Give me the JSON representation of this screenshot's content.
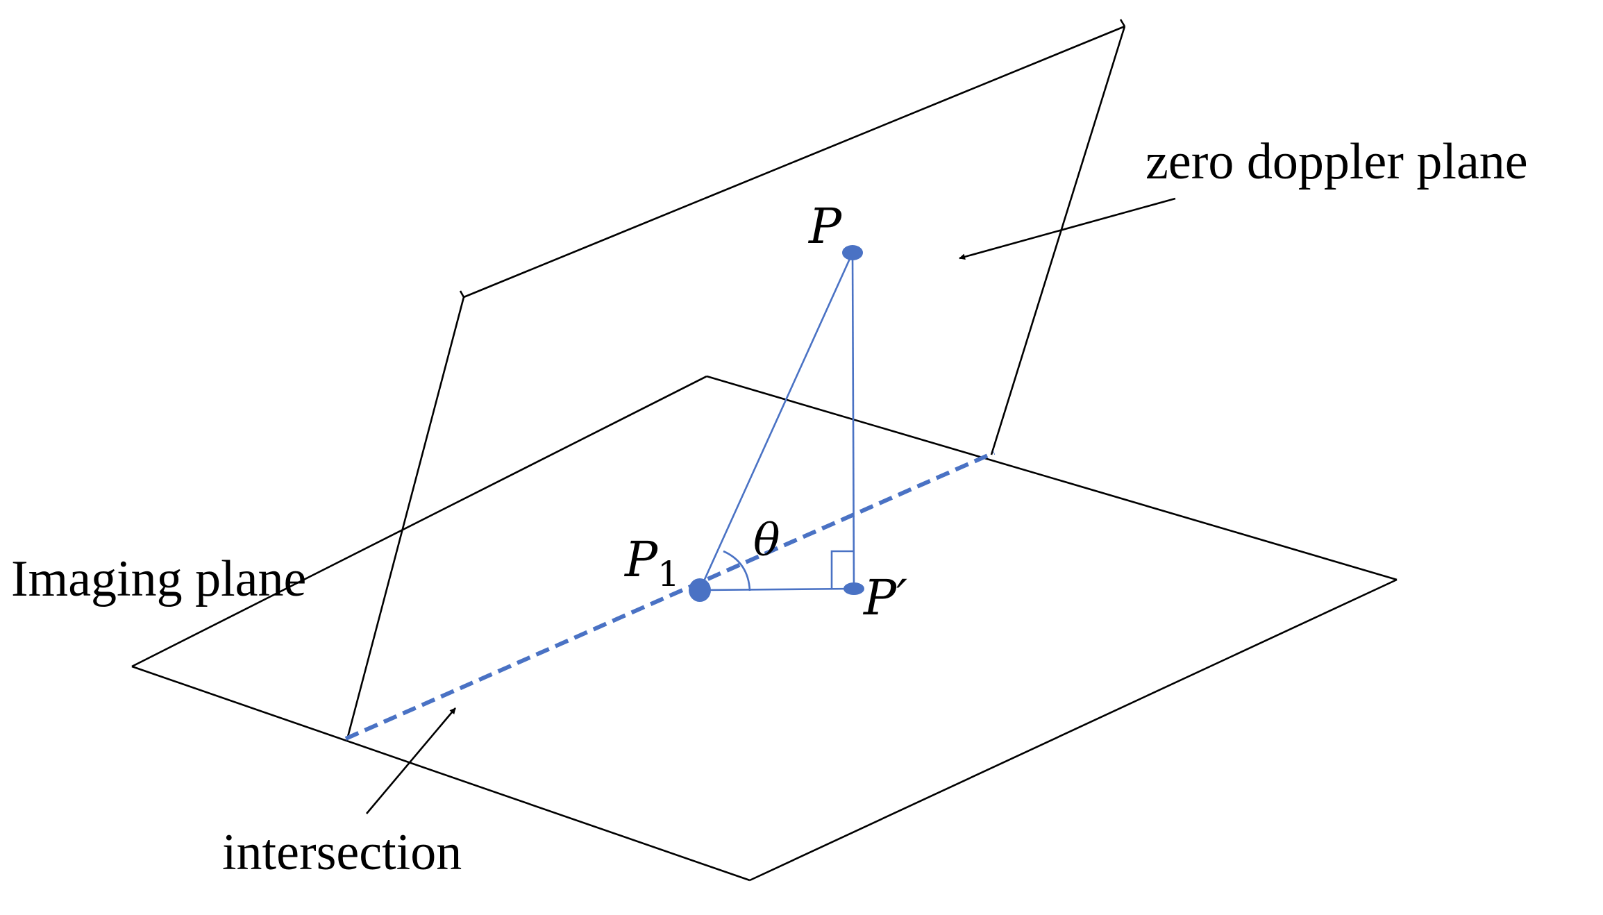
{
  "labels": {
    "zero_doppler_plane": "zero doppler plane",
    "imaging_plane": "Imaging plane",
    "intersection": "intersection",
    "point_p": "P",
    "point_p1_base": "P",
    "point_p1_sub": "1",
    "point_p_prime": "P′",
    "angle_theta": "θ"
  },
  "colors": {
    "accent": "#4a72c4",
    "intersection": "#4a72c4",
    "outline": "#000000"
  }
}
